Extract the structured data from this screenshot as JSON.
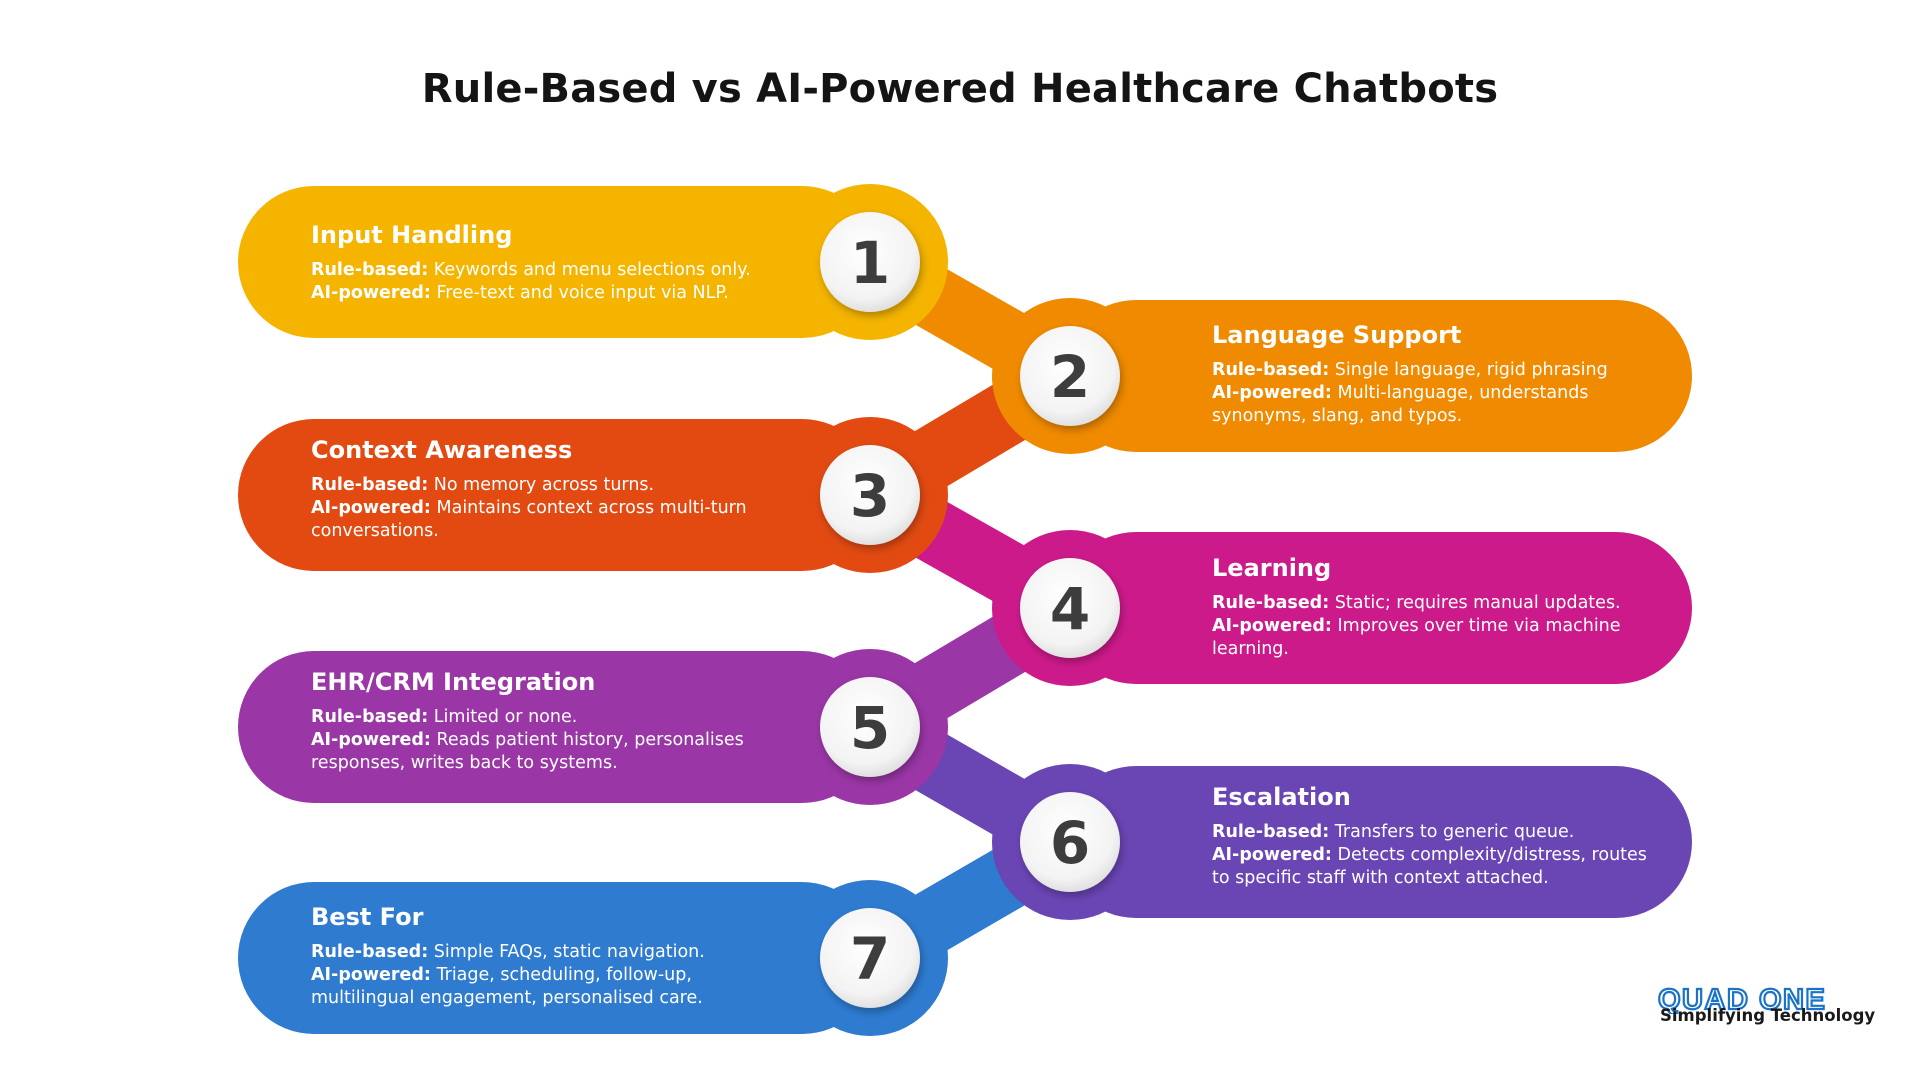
{
  "title": "Rule-Based vs AI-Powered Healthcare Chatbots",
  "brand": {
    "logo_text": "QUAD ONE",
    "tagline": "Simplifying Technology",
    "color": "#1a73c8"
  },
  "colors": {
    "step_1": "#f4b400",
    "step_2": "#f08a00",
    "step_3": "#e24a12",
    "step_4": "#cc1a8a",
    "step_5": "#9a36a6",
    "step_6": "#6a45b4",
    "step_7": "#2e7bd0"
  },
  "steps": [
    {
      "number": "1",
      "heading": "Input Handling",
      "rule_label": "Rule-based:",
      "rule_text": " Keywords and menu selections only.",
      "ai_label": "AI-powered:",
      "ai_lines": [
        " Free-text and voice input via NLP."
      ]
    },
    {
      "number": "2",
      "heading": "Language Support",
      "rule_label": "Rule-based:",
      "rule_text": " Single language, rigid phrasing",
      "ai_label": "AI-powered:",
      "ai_lines": [
        " Multi-language, understands",
        "synonyms, slang, and typos."
      ]
    },
    {
      "number": "3",
      "heading": "Context Awareness",
      "rule_label": "Rule-based:",
      "rule_text": " No memory across turns.",
      "ai_label": "AI-powered:",
      "ai_lines": [
        " Maintains context across multi-turn",
        "conversations."
      ]
    },
    {
      "number": "4",
      "heading": "Learning",
      "rule_label": "Rule-based:",
      "rule_text": " Static; requires manual updates.",
      "ai_label": "AI-powered:",
      "ai_lines": [
        " Improves over time via machine",
        "learning."
      ]
    },
    {
      "number": "5",
      "heading": "EHR/CRM Integration",
      "rule_label": "Rule-based:",
      "rule_text": " Limited or none.",
      "ai_label": "AI-powered:",
      "ai_lines": [
        " Reads patient history, personalises",
        "responses, writes back to systems."
      ]
    },
    {
      "number": "6",
      "heading": "Escalation",
      "rule_label": "Rule-based:",
      "rule_text": " Transfers to generic queue.",
      "ai_label": "AI-powered:",
      "ai_lines": [
        " Detects complexity/distress, routes",
        "to specific staff with context attached."
      ]
    },
    {
      "number": "7",
      "heading": "Best For",
      "rule_label": "Rule-based:",
      "rule_text": " Simple FAQs, static navigation.",
      "ai_label": "AI-powered:",
      "ai_lines": [
        " Triage, scheduling, follow-up,",
        "multilingual engagement, personalised care."
      ]
    }
  ]
}
